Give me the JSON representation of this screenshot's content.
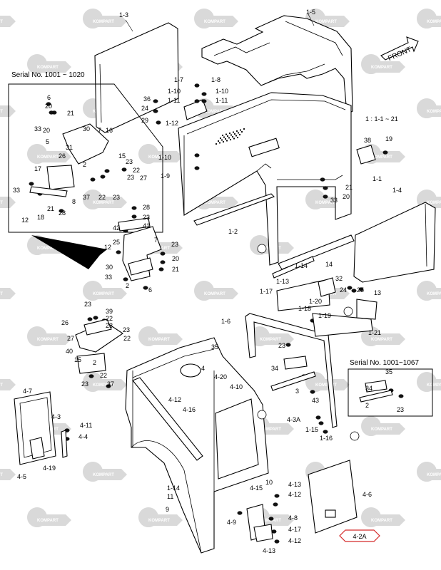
{
  "diagram": {
    "watermark_text": "KOMPART",
    "front_label": "FRONT",
    "note": "1 : 1-1 ~ 21",
    "serial_1": "Serial No. 1001 ~ 1020",
    "serial_2": "Serial No. 1001~1067",
    "highlight_label": "4-2A",
    "labels": [
      "1-3",
      "1-5",
      "1-7",
      "1-8",
      "36",
      "1-10",
      "1-10",
      "1-11",
      "1-11",
      "24",
      "29",
      "1-12",
      "38",
      "19",
      "1-10",
      "1-9",
      "1-1",
      "21",
      "20",
      "33",
      "1-4",
      "1-2",
      "6",
      "20",
      "21",
      "33",
      "30",
      "5",
      "31",
      "7",
      "16",
      "20",
      "26",
      "2",
      "15",
      "23",
      "22",
      "23",
      "27",
      "17",
      "33",
      "8",
      "21",
      "28",
      "12",
      "18",
      "37",
      "22",
      "23",
      "28",
      "23",
      "41",
      "42",
      "12",
      "25",
      "7",
      "23",
      "20",
      "30",
      "21",
      "33",
      "2",
      "6",
      "1-14",
      "1-13",
      "1-17",
      "14",
      "32",
      "24",
      "25",
      "13",
      "1-20",
      "1-18",
      "1-19",
      "1-21",
      "1-6",
      "23",
      "26",
      "39",
      "22",
      "23",
      "23",
      "22",
      "27",
      "40",
      "15",
      "2",
      "22",
      "23",
      "37",
      "23",
      "34",
      "3",
      "43",
      "35",
      "34",
      "2",
      "23",
      "35",
      "4",
      "4-20",
      "4-12",
      "4-16",
      "4-10",
      "4-7",
      "4-3",
      "4-11",
      "4-4",
      "4-19",
      "4-5",
      "4-3A",
      "1-15",
      "1-16",
      "1-14",
      "11",
      "9",
      "10",
      "4-13",
      "4-12",
      "4-15",
      "4-9",
      "4-8",
      "4-17",
      "4-12",
      "4-13",
      "4-6",
      "4-2"
    ]
  }
}
